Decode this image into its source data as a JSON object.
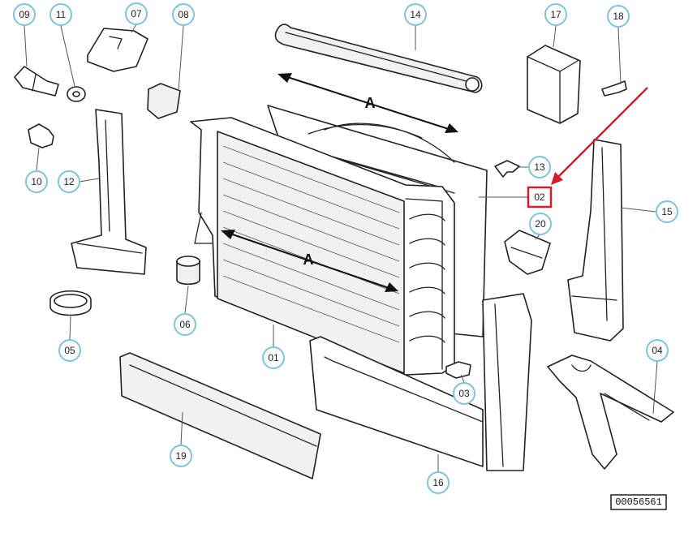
{
  "callouts": {
    "c01": "01",
    "c02": "02",
    "c03": "03",
    "c04": "04",
    "c05": "05",
    "c06": "06",
    "c07": "07",
    "c08": "08",
    "c09": "09",
    "c10": "10",
    "c11": "11",
    "c12": "12",
    "c13": "13",
    "c14": "14",
    "c15": "15",
    "c16": "16",
    "c17": "17",
    "c18": "18",
    "c19": "19",
    "c20": "20"
  },
  "dimensions": {
    "upper": "A",
    "lower": "A"
  },
  "highlighted_part": "02",
  "reference_number": "00056561",
  "colors": {
    "callout_ring": "#7fc4d8",
    "highlight": "#d01f2a",
    "line_art": "#222222"
  }
}
